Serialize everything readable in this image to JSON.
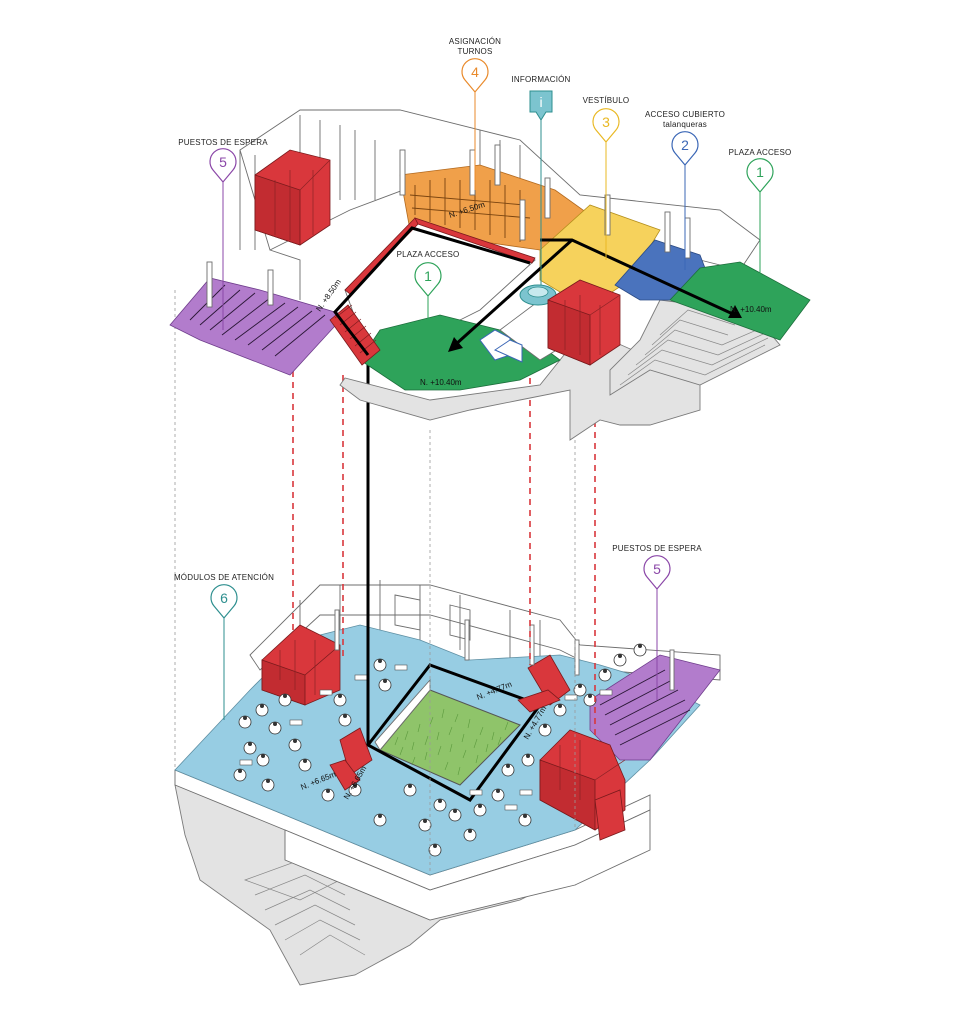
{
  "upper_floor": {
    "pins": [
      {
        "number": "5",
        "title_lines": [
          "PUESTOS DE ESPERA"
        ],
        "color": "#8b47a8"
      },
      {
        "number": "4",
        "title_lines": [
          "ASIGNACIÓN",
          "TURNOS"
        ],
        "color": "#e98a2b"
      },
      {
        "number": "i",
        "title_lines": [
          "INFORMACIÓN"
        ],
        "color": "#2e8f8f"
      },
      {
        "number": "3",
        "title_lines": [
          "VESTÍBULO"
        ],
        "color": "#e9b823"
      },
      {
        "number": "2",
        "title_lines": [
          "ACCESO CUBIERTO",
          "talanqueras"
        ],
        "color": "#3b67b6"
      },
      {
        "number": "1",
        "title_lines": [
          "PLAZA ACCESO"
        ],
        "color": "#2ea35a"
      },
      {
        "number": "1",
        "title_lines": [
          "PLAZA ACCESO"
        ],
        "color": "#2ea35a"
      }
    ],
    "levels": [
      "N. +10.40m",
      "N. +10.40m",
      "N. +8.50m",
      "N. +6.50m"
    ]
  },
  "lower_floor": {
    "pins": [
      {
        "number": "6",
        "title_lines": [
          "MÓDULOS DE ATENCIÓN"
        ],
        "color": "#2e8f8f"
      },
      {
        "number": "5",
        "title_lines": [
          "PUESTOS DE ESPERA"
        ],
        "color": "#8b47a8"
      }
    ],
    "levels": [
      "N. +4.77m",
      "N. +4.77m",
      "N. +6.65m",
      "N. +6.65m"
    ]
  },
  "colors": {
    "green": "#2ea35a",
    "orange": "#f0a04a",
    "yellow": "#f6d25c",
    "blue_access": "#4a73bd",
    "purple": "#b27ccc",
    "red": "#d9373c",
    "floor_blue": "#97cde3",
    "garden": "#8fc46a",
    "dashed_red": "#d9373c"
  }
}
